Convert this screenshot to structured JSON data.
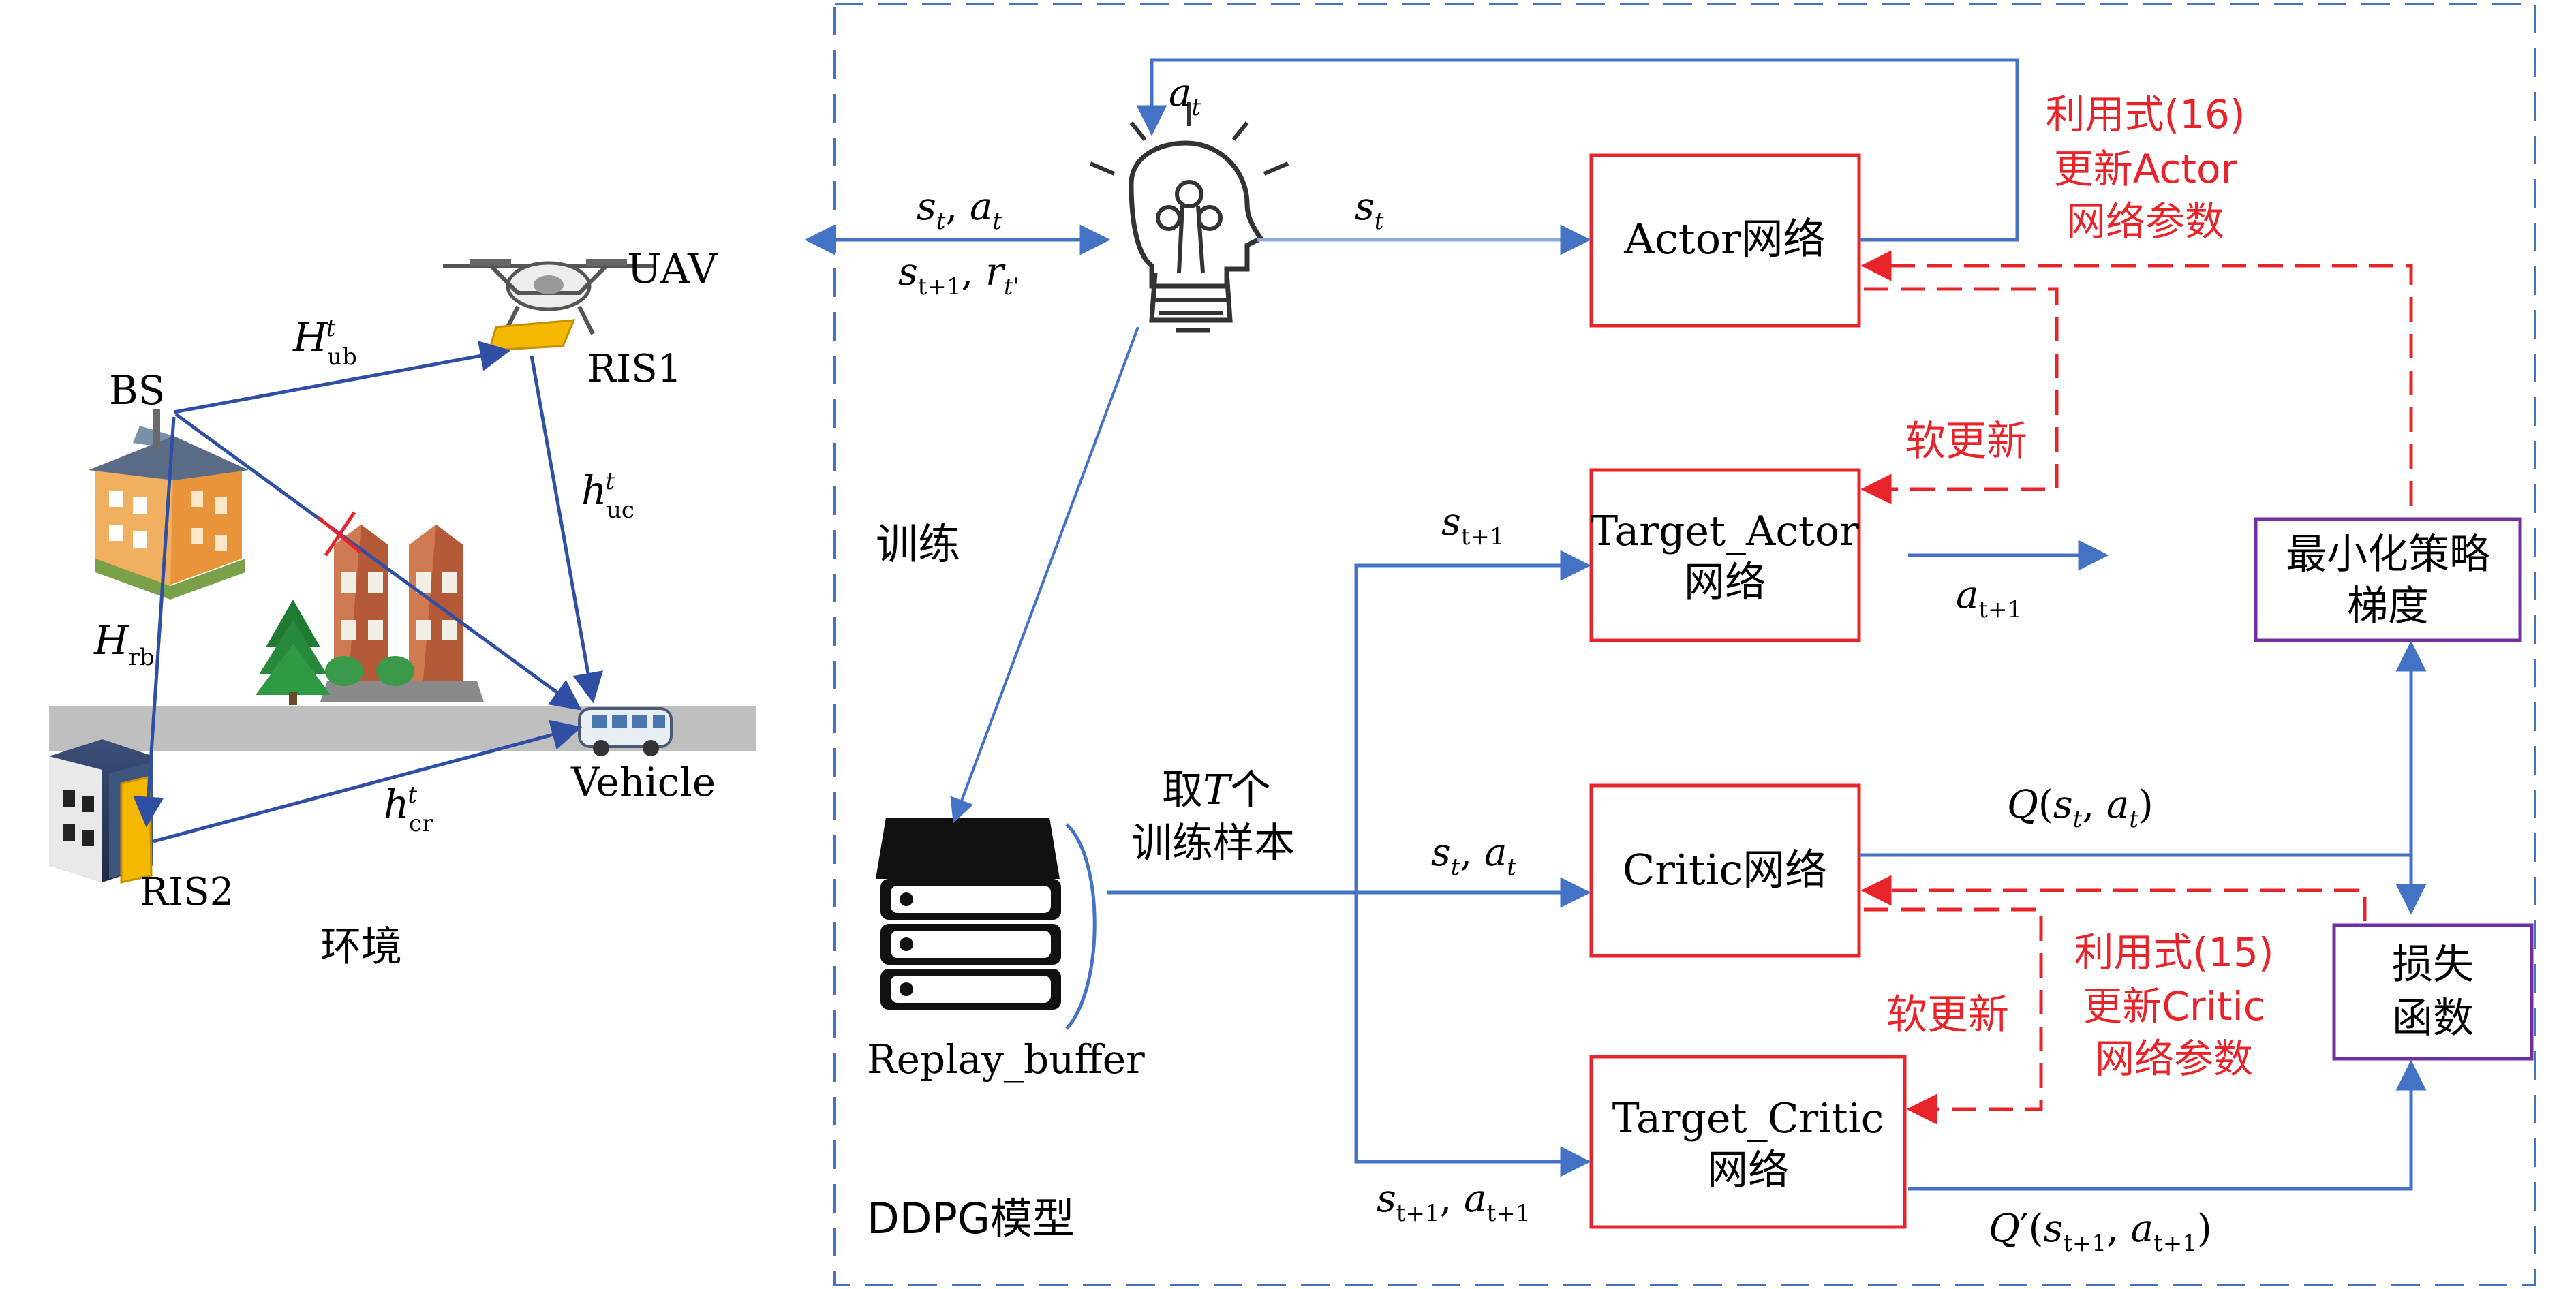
{
  "environment": {
    "label": "环境",
    "bs": "BS",
    "uav": "UAV",
    "ris1": "RIS1",
    "ris2": "RIS2",
    "vehicle": "Vehicle",
    "h_ub": {
      "base": "H",
      "sup": "t",
      "sub": "ub"
    },
    "h_uc": {
      "base": "h",
      "sup": "t",
      "sub": "uc"
    },
    "h_rb": {
      "base": "H",
      "sub": "rb"
    },
    "h_cr": {
      "base": "h",
      "sup": "t",
      "sub": "cr"
    }
  },
  "ddpg": {
    "model_label": "DDPG模型",
    "train_label": "训练",
    "replay_buffer": "Replay_buffer",
    "sample_line1": "取",
    "sample_T": "T",
    "sample_line1_end": "个",
    "sample_line2": "训练样本",
    "actor_box": "Actor网络",
    "target_actor_line1": "Target_Actor",
    "target_actor_line2": "网络",
    "critic_box": "Critic网络",
    "target_critic_line1": "Target_Critic",
    "target_critic_line2": "网络",
    "policy_grad_line1": "最小化策略",
    "policy_grad_line2": "梯度",
    "loss_line1": "损失",
    "loss_line2": "函数",
    "actor_update": [
      "利用式(16)",
      "更新Actor",
      "网络参数"
    ],
    "critic_update": [
      "利用式(15)",
      "更新Critic",
      "网络参数"
    ],
    "soft_update_actor": "软更新",
    "soft_update_critic": "软更新"
  },
  "signals": {
    "a_t": {
      "base": "a",
      "sub": "t"
    },
    "s_t_a_t": "s_t, a_t",
    "s_t1_r": "s_{t+1}, r_{t'}",
    "s_t": {
      "base": "s",
      "sub": "t"
    },
    "s_t1": {
      "base": "s",
      "sub": "t+1"
    },
    "a_t1": {
      "base": "a",
      "sub": "t+1"
    },
    "q": "Q(s_t, a_t)",
    "q_prime": "Q'(s_{t+1}, a_{t+1})",
    "s_t1_a_t1": "s_{t+1}, a_{t+1}"
  },
  "colors": {
    "blue_line": "#4472C4",
    "red": "#E8242A",
    "purple": "#7030A0",
    "dash_border": "#4472C4"
  }
}
